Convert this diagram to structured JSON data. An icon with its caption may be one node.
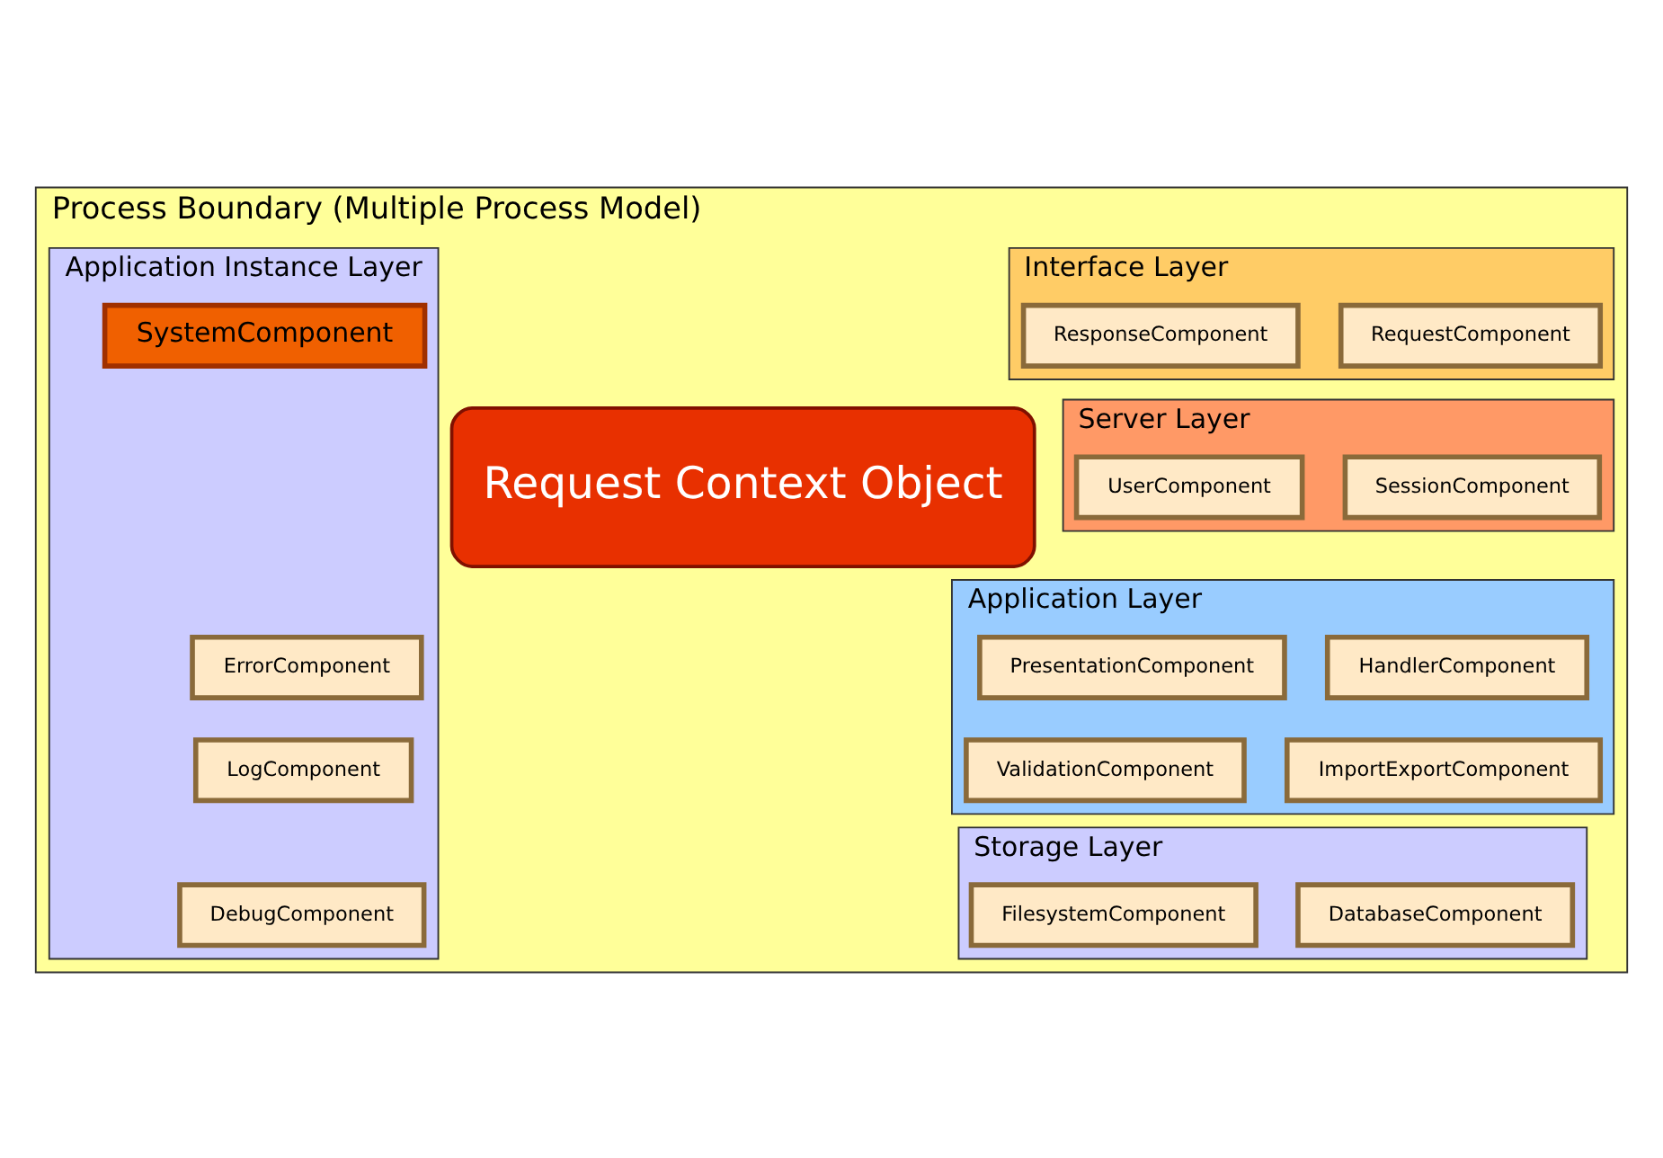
{
  "diagram": {
    "nodes": [
      {
        "text": [
          "Process Boundary (Multiple Process Model)"
        ]
      },
      {
        "text": [
          "Interface Layer"
        ],
        "in": 0
      },
      {
        "text": [
          "RequestComponent"
        ],
        "in": 1
      },
      {
        "text": [
          "ResponseComponent"
        ],
        "in": 1
      },
      {
        "text": [
          "Server Layer"
        ],
        "in": 0
      },
      {
        "text": [
          "SessionComponent"
        ],
        "in": 4
      },
      {
        "text": [
          "UserComponent"
        ],
        "in": 4
      },
      {
        "text": [
          "Application Instance Layer"
        ],
        "in": 0
      },
      {
        "text": [
          "SystemComponent"
        ],
        "in": 7
      },
      {
        "text": [
          "Request Context Object"
        ],
        "in": 0
      },
      {
        "text": [
          "Application Layer"
        ],
        "in": 0
      },
      {
        "text": [
          "HandlerComponent"
        ],
        "in": 10
      },
      {
        "text": [
          "PresentationComponent"
        ],
        "in": 10
      },
      {
        "text": [
          "ImportExportComponent"
        ],
        "in": 10
      },
      {
        "text": [
          "ValidationComponent"
        ],
        "in": 10
      },
      {
        "text": [
          "ErrorComponent"
        ],
        "in": 7
      },
      {
        "text": [
          "LogComponent"
        ],
        "in": 7
      },
      {
        "text": [
          "DebugComponent"
        ],
        "in": 7
      },
      {
        "text": [
          "Storage Layer"
        ],
        "in": 0
      },
      {
        "text": [
          "DatabaseComponent"
        ],
        "in": 18
      },
      {
        "text": [
          "FilesystemComponent"
        ],
        "in": 18
      }
    ]
  }
}
